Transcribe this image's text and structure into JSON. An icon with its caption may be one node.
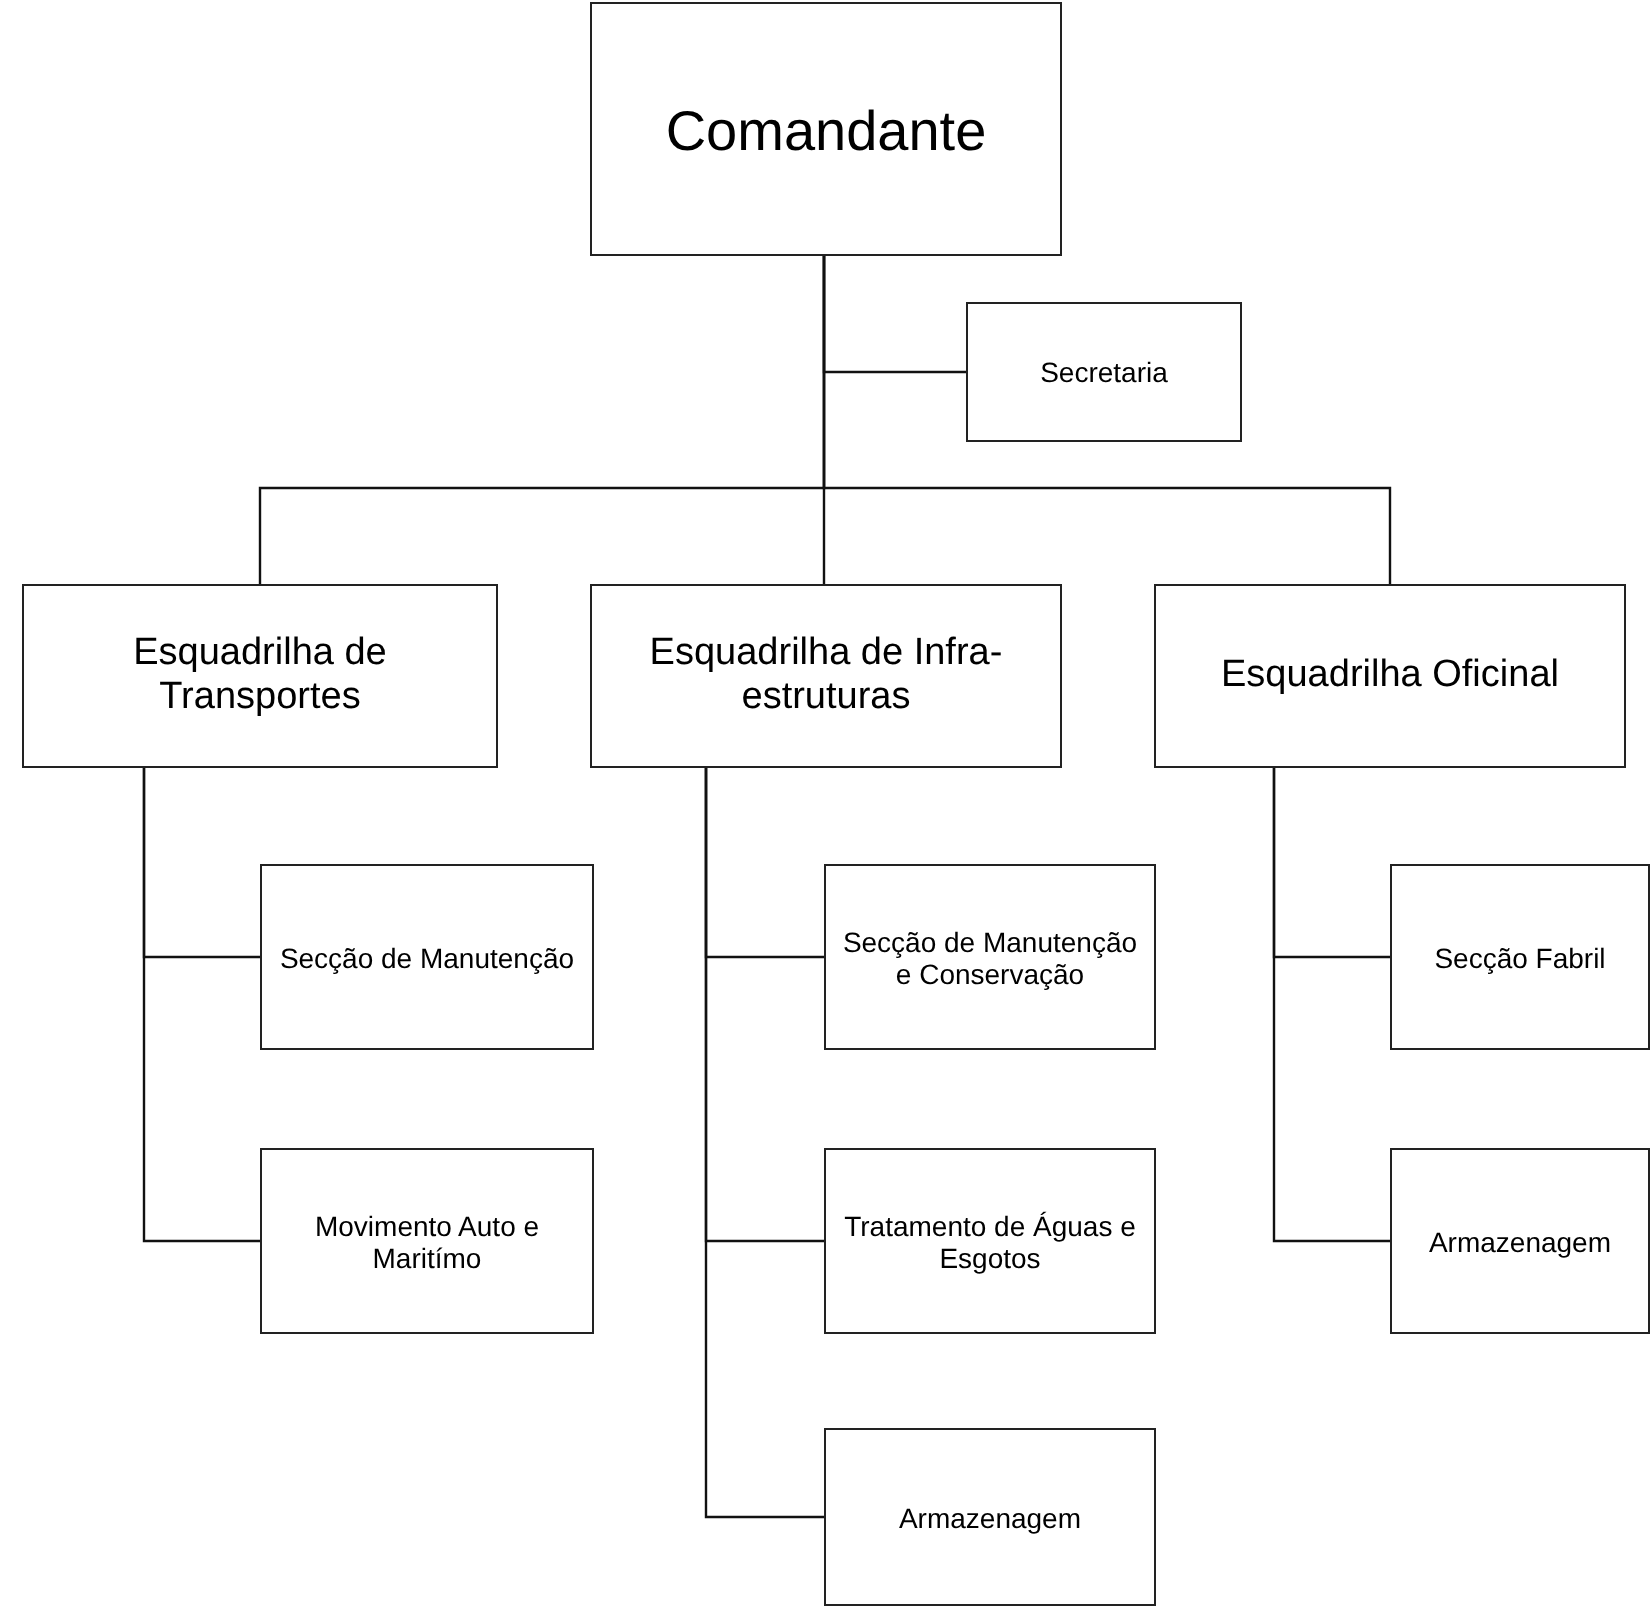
{
  "diagram": {
    "nodes": [
      {
        "text": [
          "Comandante"
        ]
      },
      {
        "text": [
          "Secretaria"
        ]
      },
      {
        "text": [
          "Esquadrilha de Transportes"
        ]
      },
      {
        "text": [
          "Esquadrilha de Infra-estruturas"
        ]
      },
      {
        "text": [
          "Esquadrilha Oficinal"
        ]
      },
      {
        "text": [
          "Secção de Manutenção"
        ]
      },
      {
        "text": [
          "Movimento Auto e Maritímo"
        ]
      },
      {
        "text": [
          "Secção de Manutenção e Conservação"
        ]
      },
      {
        "text": [
          "Tratamento de Águas e Esgotos"
        ]
      },
      {
        "text": [
          "Armazenagem"
        ]
      },
      {
        "text": [
          "Secção Fabril"
        ]
      },
      {
        "text": [
          "Armazenagem"
        ]
      }
    ],
    "edges": [
      {
        "from": 0,
        "to": 1,
        "arrow": "none"
      },
      {
        "from": 0,
        "to": 2,
        "arrow": "none"
      },
      {
        "from": 0,
        "to": 3,
        "arrow": "none"
      },
      {
        "from": 0,
        "to": 4,
        "arrow": "none"
      },
      {
        "from": 2,
        "to": 5,
        "arrow": "none"
      },
      {
        "from": 2,
        "to": 6,
        "arrow": "none"
      },
      {
        "from": 3,
        "to": 7,
        "arrow": "none"
      },
      {
        "from": 3,
        "to": 8,
        "arrow": "none"
      },
      {
        "from": 3,
        "to": 9,
        "arrow": "none"
      },
      {
        "from": 4,
        "to": 10,
        "arrow": "none"
      },
      {
        "from": 4,
        "to": 11,
        "arrow": "none"
      }
    ]
  }
}
